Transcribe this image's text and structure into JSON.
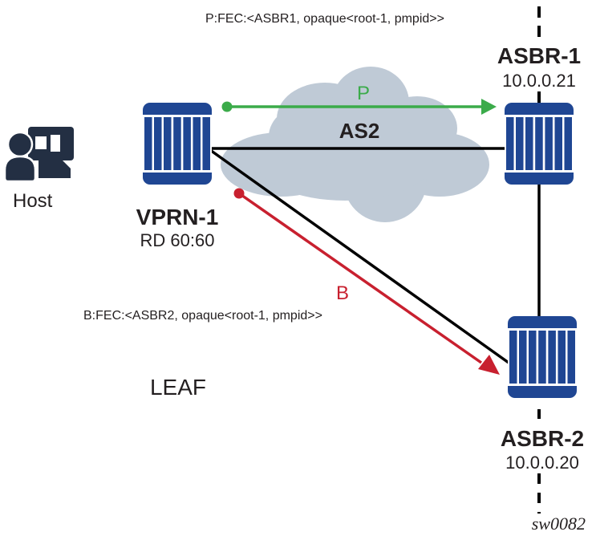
{
  "colors": {
    "router_blue": "#1f4693",
    "cloud_gray": "#bfcad6",
    "link_black": "#000000",
    "p_green": "#3bab4a",
    "b_red": "#c8202f",
    "host_dark": "#232f43",
    "text": "#231f20"
  },
  "fec_labels": {
    "p_fec": "P:FEC:<ASBR1, opaque<root-1, pmpid>>",
    "b_fec": "B:FEC:<ASBR2, opaque<root-1, pmpid>>"
  },
  "host": {
    "label": "Host",
    "icon": "host-workstation-icon"
  },
  "cloud": {
    "label": "AS2"
  },
  "nodes": {
    "vprn1": {
      "name": "VPRN-1",
      "detail": "RD 60:60",
      "icon": "router-icon"
    },
    "asbr1": {
      "name": "ASBR-1",
      "detail": "10.0.0.21",
      "icon": "router-icon"
    },
    "asbr2": {
      "name": "ASBR-2",
      "detail": "10.0.0.20",
      "icon": "router-icon"
    }
  },
  "arrows": {
    "p": {
      "label": "P",
      "from": "VPRN-1",
      "to": "ASBR-1"
    },
    "b": {
      "label": "B",
      "from": "VPRN-1",
      "to": "ASBR-2"
    }
  },
  "region_label": "LEAF",
  "figure_id": "sw0082"
}
